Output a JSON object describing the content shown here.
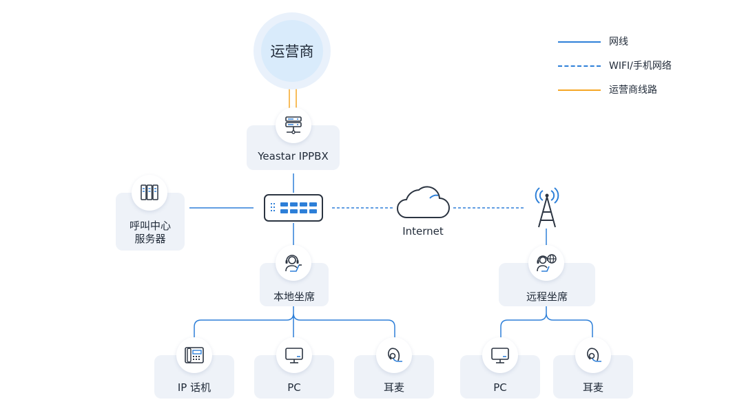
{
  "carrier": {
    "label": "运营商"
  },
  "pbx": {
    "label": "Yeastar IPPBX"
  },
  "callcenter": {
    "line1": "呼叫中心",
    "line2": "服务器"
  },
  "internet": {
    "label": "Internet"
  },
  "local_agent": {
    "label": "本地坐席"
  },
  "remote_agent": {
    "label": "远程坐席"
  },
  "devices": {
    "ip_phone": "IP 话机",
    "pc_local": "PC",
    "headset_local": "耳麦",
    "pc_remote": "PC",
    "headset_remote": "耳麦"
  },
  "legend": [
    {
      "label": "网线",
      "style": "solid",
      "color": "#2d7fd8"
    },
    {
      "label": "WIFI/手机网络",
      "style": "dashed",
      "color": "#2d7fd8"
    },
    {
      "label": "运营商线路",
      "style": "solid",
      "color": "#f5a623"
    }
  ],
  "colors": {
    "accent": "#2d7fd8",
    "carrier_line": "#f5a623",
    "card_bg": "#eef2f8",
    "dark": "#2b3441"
  },
  "icons": [
    "server-icon",
    "rack-server-icon",
    "switch-icon",
    "cloud-icon",
    "tower-icon",
    "agent-headset-icon",
    "remote-agent-icon",
    "ip-phone-icon",
    "monitor-icon",
    "headset-icon"
  ]
}
